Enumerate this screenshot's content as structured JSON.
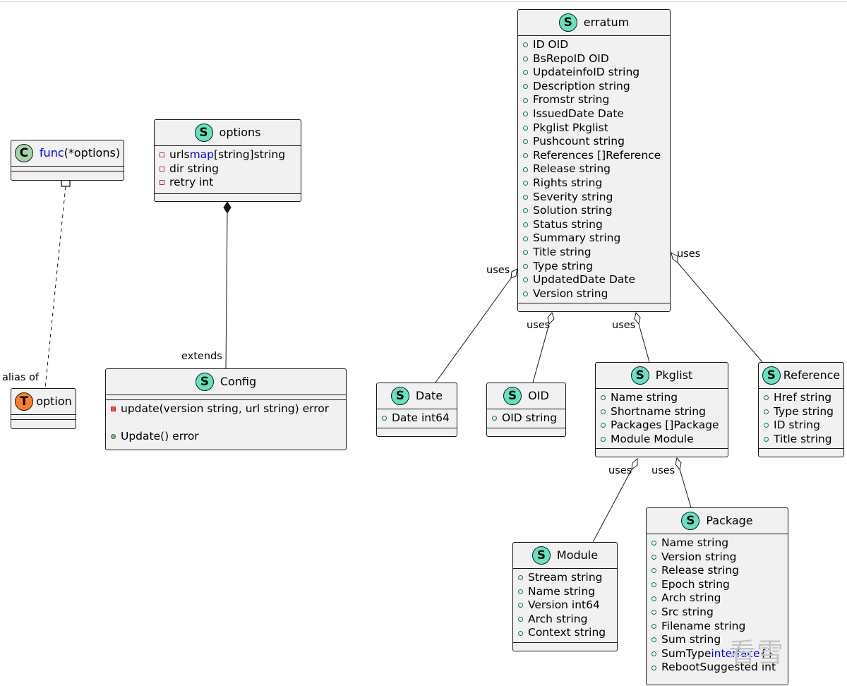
{
  "classes": {
    "func_options": {
      "stereotype": "C",
      "name_keyword": "func",
      "name_rest": "(*options)"
    },
    "options": {
      "stereotype": "S",
      "name": "options",
      "fields": [
        {
          "pre": "urls ",
          "kw": "map",
          "post": "[string]string"
        },
        {
          "pre": "dir string"
        },
        {
          "pre": "retry int"
        }
      ]
    },
    "config": {
      "stereotype": "S",
      "name": "Config",
      "methods": [
        "update(version string, url string) error",
        "Update() error"
      ]
    },
    "option": {
      "stereotype": "T",
      "name": "option"
    },
    "erratum": {
      "stereotype": "S",
      "name": "erratum",
      "fields": [
        "ID OID",
        "BsRepoID OID",
        "UpdateinfoID string",
        "Description string",
        "Fromstr string",
        "IssuedDate Date",
        "Pkglist Pkglist",
        "Pushcount string",
        "References []Reference",
        "Release string",
        "Rights string",
        "Severity string",
        "Solution string",
        "Status string",
        "Summary string",
        "Title string",
        "Type string",
        "UpdatedDate Date",
        "Version string"
      ]
    },
    "date": {
      "stereotype": "S",
      "name": "Date",
      "fields": [
        "Date int64"
      ]
    },
    "oid": {
      "stereotype": "S",
      "name": "OID",
      "fields": [
        "OID string"
      ]
    },
    "pkglist": {
      "stereotype": "S",
      "name": "Pkglist",
      "fields": [
        "Name string",
        "Shortname string",
        "Packages []Package",
        "Module Module"
      ]
    },
    "reference": {
      "stereotype": "S",
      "name": "Reference",
      "fields": [
        "Href string",
        "Type string",
        "ID string",
        "Title string"
      ]
    },
    "module": {
      "stereotype": "S",
      "name": "Module",
      "fields": [
        "Stream string",
        "Name string",
        "Version int64",
        "Arch string",
        "Context string"
      ]
    },
    "package": {
      "stereotype": "S",
      "name": "Package",
      "fields": [
        "Name string",
        "Version string",
        "Release string",
        "Epoch string",
        "Arch string",
        "Src string",
        "Filename string",
        "Sum string"
      ],
      "sumtype": {
        "pre": "SumType ",
        "kw": "interface",
        "post": "{}"
      },
      "last_field": "RebootSuggested int"
    }
  },
  "labels": {
    "alias_of": "alias of",
    "extends": "extends",
    "uses": "uses"
  },
  "watermark": "看雪"
}
